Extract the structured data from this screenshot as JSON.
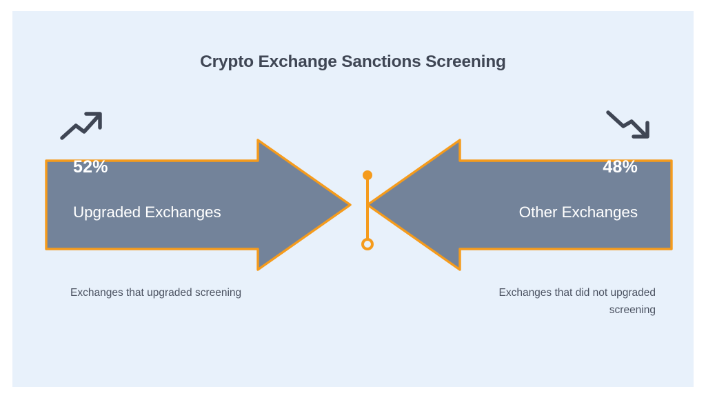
{
  "slide": {
    "background_color": "#e8f1fb",
    "title": "Crypto Exchange Sanctions Screening"
  },
  "theme": {
    "arrow_fill": "#73839a",
    "arrow_stroke": "#f59b1c",
    "accent_color": "#f59b1c",
    "title_color": "#3f4654",
    "caption_color": "#4a5160",
    "arrow_text_color": "#ffffff",
    "icon_color": "#3f4654"
  },
  "chart_data": {
    "type": "bar",
    "title": "Crypto Exchange Sanctions Screening",
    "xlabel": "",
    "ylabel": "",
    "categories": [
      "Upgraded Exchanges",
      "Other Exchanges"
    ],
    "values": [
      52,
      48
    ],
    "value_suffix": "%",
    "ylim": [
      0,
      100
    ],
    "grid": false,
    "legend": "none",
    "annotations": [
      "Exchanges that upgraded screening",
      "Exchanges that did not upgraded screening"
    ]
  },
  "left_side": {
    "icon": "trending-up-icon",
    "percent": "52%",
    "label": "Upgraded Exchanges",
    "caption": "Exchanges that upgraded screening",
    "direction": "right"
  },
  "right_side": {
    "icon": "trending-down-icon",
    "percent": "48%",
    "label": "Other Exchanges",
    "caption": "Exchanges that did not upgraded screening",
    "direction": "left"
  },
  "connector": {
    "name": "center-connector",
    "top_marker": "filled-dot",
    "bottom_marker": "hollow-dot",
    "color": "#f59b1c"
  }
}
